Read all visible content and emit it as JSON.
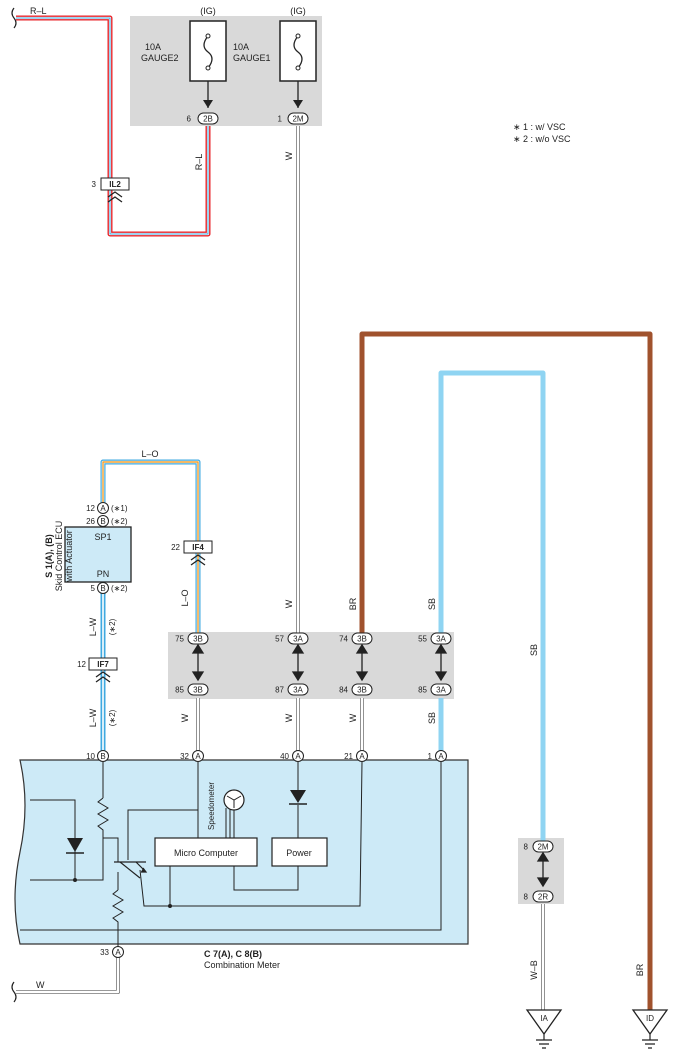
{
  "fuses": {
    "left": {
      "supply": "(IG)",
      "rating": "10A",
      "name": "GAUGE2",
      "pin_num": "6",
      "conn": "2B"
    },
    "right": {
      "supply": "(IG)",
      "rating": "10A",
      "name": "GAUGE1",
      "pin_num": "1",
      "conn": "2M"
    }
  },
  "notes": [
    "∗ 1 : w/ VSC",
    "∗ 2 : w/o VSC"
  ],
  "wires": {
    "rl_top": "R–L",
    "rl_vert": "R–L",
    "w_main": "W",
    "lo_top": "L–O",
    "lo_vert": "L–O",
    "w_mid": "W",
    "br_mid": "BR",
    "sb_mid": "SB",
    "sb_right": "SB",
    "lw_upper": "L–W",
    "lw_upper_note": "(∗2)",
    "lw_lower": "L–W",
    "lw_lower_note": "(∗2)",
    "w_low1": "W",
    "w_low2": "W",
    "w_low3": "W",
    "sb_low": "SB",
    "w_bottom": "W",
    "wb": "W–B",
    "br_bottom": "BR"
  },
  "connectors": {
    "il2": {
      "pin": "3",
      "id": "IL2"
    },
    "if4": {
      "pin": "22",
      "id": "IF4"
    },
    "if7": {
      "pin": "12",
      "id": "IF7"
    }
  },
  "ecu": {
    "title": "S 1(A), (B)",
    "line2": "Skid Control ECU",
    "line3": "with Actuator",
    "sp1": "SP1",
    "pn": "PN",
    "pin_a_num": "12",
    "pin_a_letter": "A",
    "pin_a_note": "(∗1)",
    "pin_b_num": "26",
    "pin_b_letter": "B",
    "pin_b_note": "(∗2)",
    "pin_c_num": "5",
    "pin_c_letter": "B",
    "pin_c_note": "(∗2)"
  },
  "junction": {
    "top": [
      {
        "num": "75",
        "id": "3B"
      },
      {
        "num": "57",
        "id": "3A"
      },
      {
        "num": "74",
        "id": "3B"
      },
      {
        "num": "55",
        "id": "3A"
      }
    ],
    "bottom": [
      {
        "num": "85",
        "id": "3B"
      },
      {
        "num": "87",
        "id": "3A"
      },
      {
        "num": "84",
        "id": "3B"
      },
      {
        "num": "85",
        "id": "3A"
      }
    ]
  },
  "meter": {
    "pins": [
      {
        "num": "10",
        "letter": "B"
      },
      {
        "num": "32",
        "letter": "A"
      },
      {
        "num": "40",
        "letter": "A"
      },
      {
        "num": "21",
        "letter": "A"
      },
      {
        "num": "1",
        "letter": "A"
      }
    ],
    "bottom_pin": {
      "num": "33",
      "letter": "A"
    },
    "micro": "Micro Computer",
    "power": "Power",
    "speedometer": "Speedometer",
    "label1": "C 7(A), C 8(B)",
    "label2": "Combination Meter"
  },
  "right_junction": {
    "top": {
      "num": "8",
      "id": "2M"
    },
    "bottom": {
      "num": "8",
      "id": "2R"
    }
  },
  "grounds": [
    "IA",
    "ID"
  ],
  "colors": {
    "red": "#e8262b",
    "blue": "#3fa9e0",
    "lightblue": "#8fd4f2",
    "brown": "#a0522d",
    "orange": "#f0a030",
    "meter_bg": "#cdeaf7",
    "gray_box": "#d9d9d9"
  }
}
